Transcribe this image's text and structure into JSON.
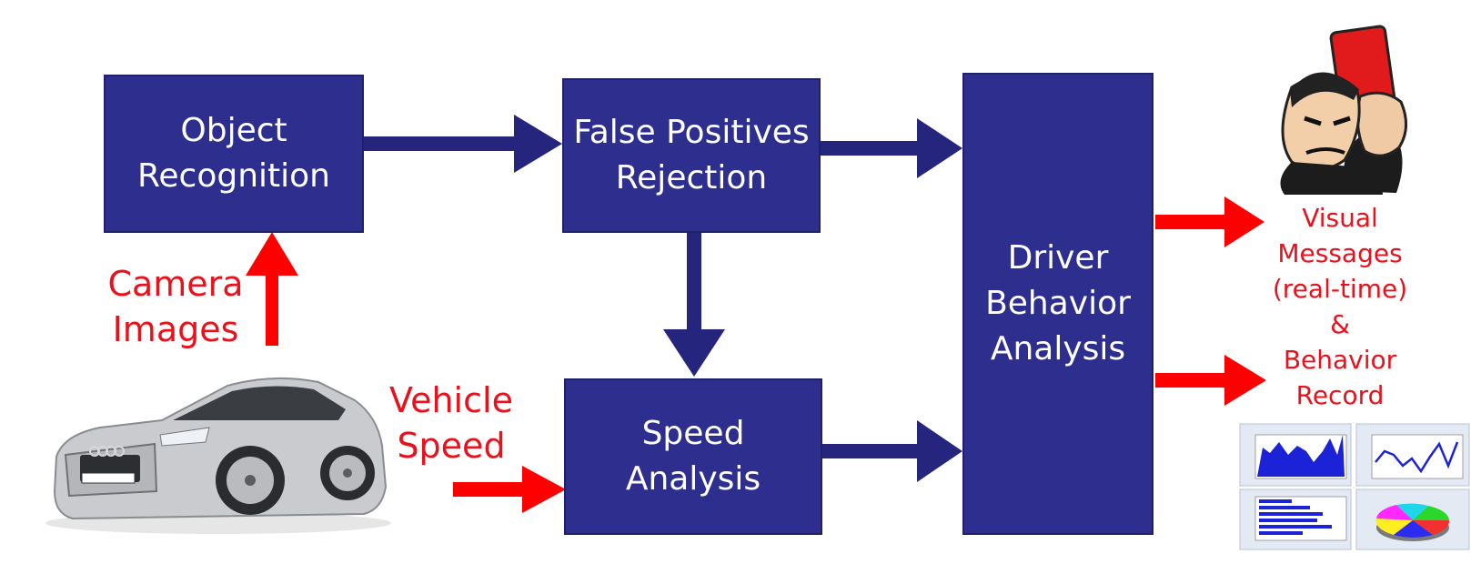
{
  "colors": {
    "box_fill": "#2e2e8f",
    "flow_arrow": "#25257e",
    "input_output_arrow": "#ff0000",
    "label_red": "#e8111c"
  },
  "nodes": {
    "object_recognition": "Object\nRecognition",
    "false_positives": "False Positives\nRejection",
    "speed_analysis": "Speed\nAnalysis",
    "driver_behavior": "Driver\nBehavior\nAnalysis"
  },
  "inputs": {
    "camera_images": "Camera\nImages",
    "vehicle_speed": "Vehicle\nSpeed"
  },
  "outputs": {
    "visual_messages": "Visual\nMessages\n(real-time)\n&\nBehavior\nRecord"
  },
  "illustrations": {
    "car": "car-photo",
    "referee": "referee-red-card-cartoon",
    "charts": [
      "area-chart-thumbnail",
      "line-chart-thumbnail",
      "bar-chart-thumbnail",
      "pie-chart-thumbnail"
    ]
  }
}
